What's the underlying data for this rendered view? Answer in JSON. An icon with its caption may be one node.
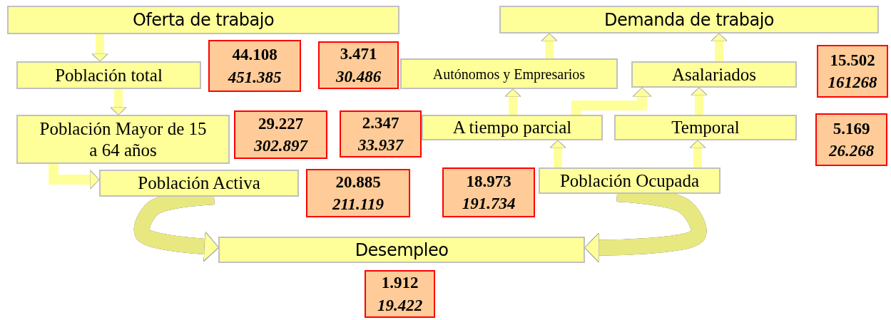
{
  "diagram": {
    "nodes": [
      {
        "text": [
          "Oferta de trabajo"
        ]
      },
      {
        "text": [
          "Demanda de trabajo"
        ]
      },
      {
        "text": [
          "44.108",
          "451.385"
        ]
      },
      {
        "text": [
          "3.471",
          "30.486"
        ]
      },
      {
        "text": [
          "15.502",
          "161268"
        ]
      },
      {
        "text": [
          "Población total"
        ]
      },
      {
        "text": [
          "Autónomos  y Empresarios"
        ]
      },
      {
        "text": [
          "Asalariados"
        ]
      },
      {
        "text": [
          "Población Mayor de 15 a 64 años"
        ]
      },
      {
        "text": [
          "29.227",
          "302.897"
        ]
      },
      {
        "text": [
          "2.347",
          "33.937"
        ]
      },
      {
        "text": [
          "A tiempo parcial"
        ]
      },
      {
        "text": [
          "Temporal"
        ]
      },
      {
        "text": [
          "5.169",
          "26.268"
        ]
      },
      {
        "text": [
          "Población  Activa"
        ]
      },
      {
        "text": [
          "20.885",
          "211.119"
        ]
      },
      {
        "text": [
          "18.973",
          "191.734"
        ]
      },
      {
        "text": [
          "Población Ocupada"
        ]
      },
      {
        "text": [
          "Desempleo"
        ]
      },
      {
        "text": [
          "1.912",
          "19.422"
        ]
      }
    ],
    "edges": [
      {
        "from": 0,
        "to": 5,
        "arrow": "to"
      },
      {
        "from": 5,
        "to": 8,
        "arrow": "to"
      },
      {
        "from": 8,
        "to": 14,
        "arrow": "to"
      },
      {
        "from": 14,
        "to": 18,
        "arrow": "to",
        "style": "thick"
      },
      {
        "from": 17,
        "to": 18,
        "arrow": "to",
        "style": "thick"
      },
      {
        "from": 17,
        "to": 11,
        "arrow": "to"
      },
      {
        "from": 17,
        "to": 12,
        "arrow": "to"
      },
      {
        "from": 11,
        "to": 6,
        "arrow": "to"
      },
      {
        "from": 11,
        "to": 7,
        "arrow": "to"
      },
      {
        "from": 12,
        "to": 7,
        "arrow": "to"
      },
      {
        "from": 6,
        "to": 1,
        "arrow": "to"
      },
      {
        "from": 7,
        "to": 1,
        "arrow": "to"
      }
    ]
  }
}
